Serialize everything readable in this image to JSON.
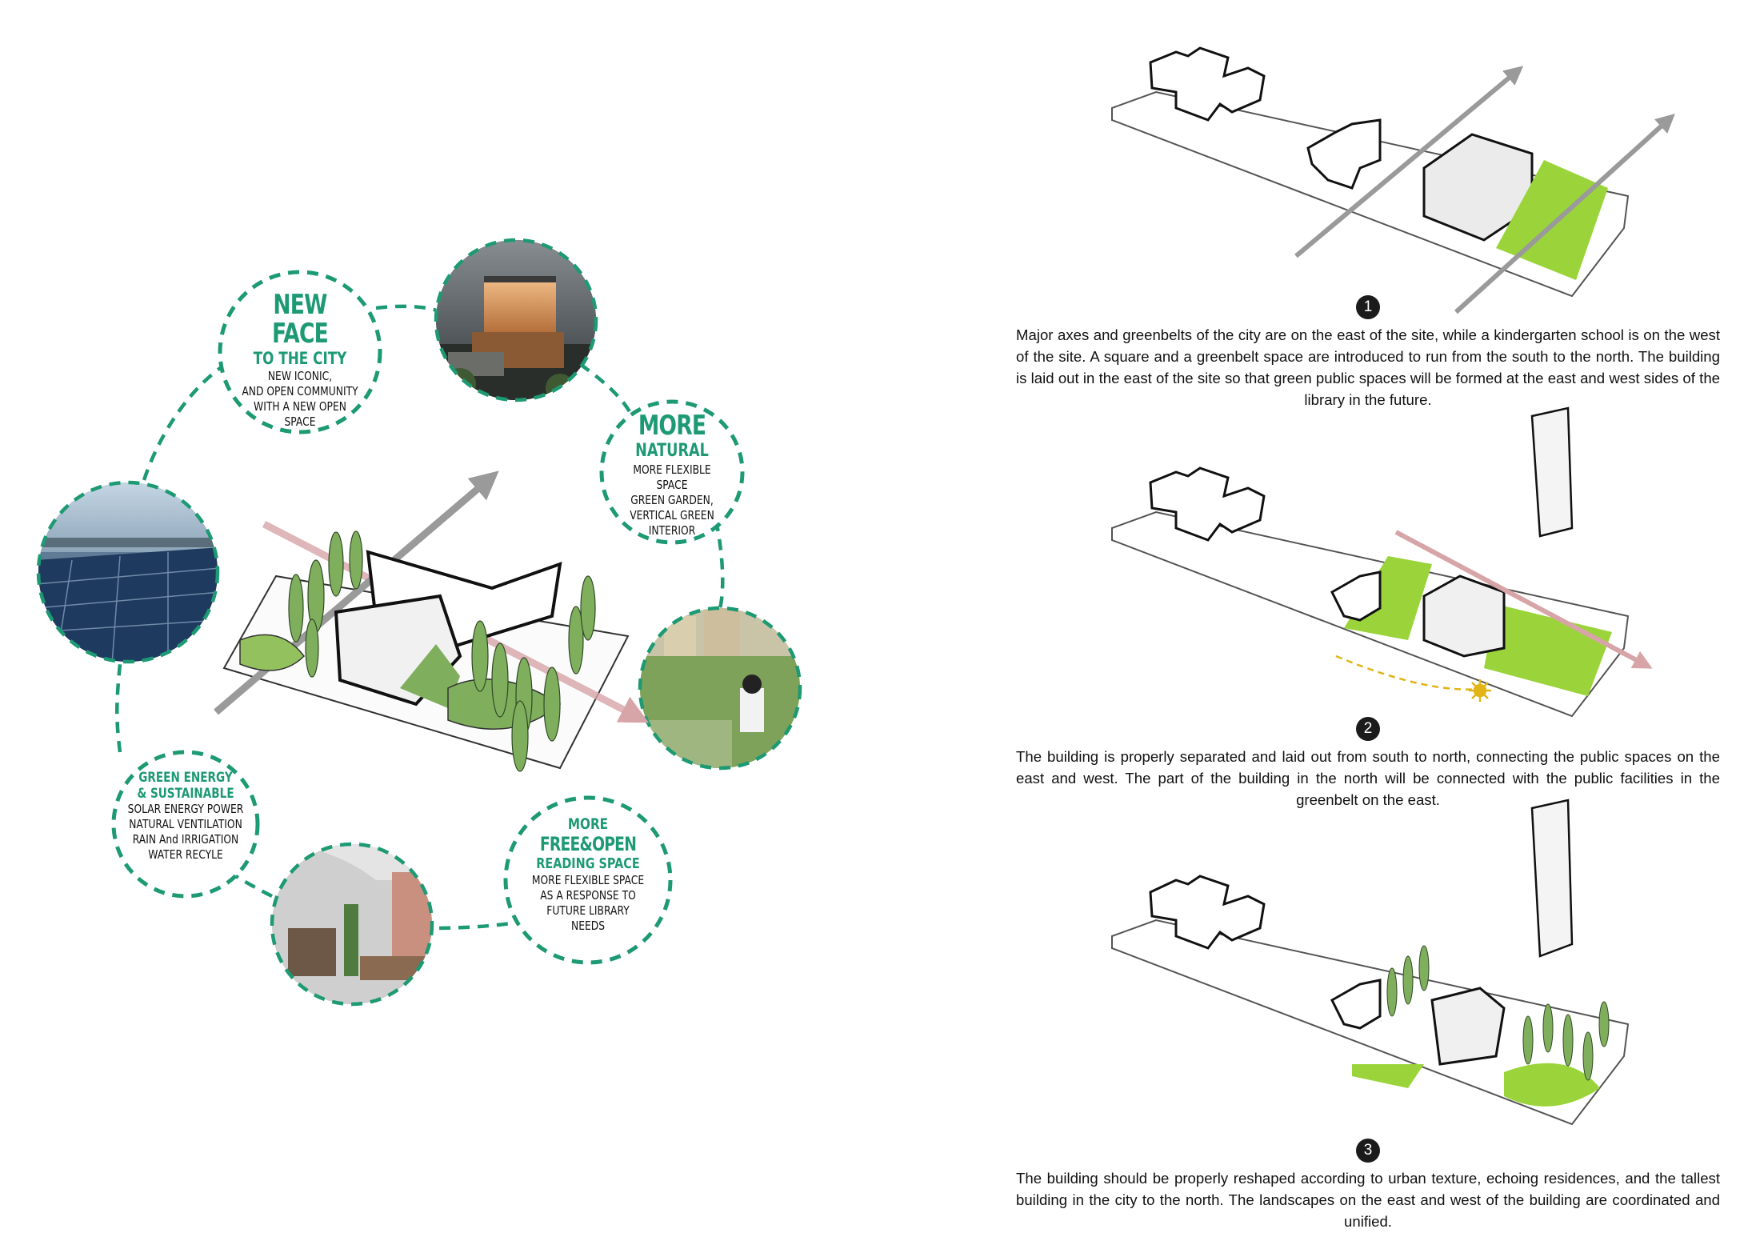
{
  "concepts": {
    "new_face": {
      "title": "NEW FACE",
      "subtitle": "TO THE CITY",
      "body": "NEW ICONIC,\nAND OPEN COMMUNITY\nWITH A NEW OPEN\nSPACE"
    },
    "natural": {
      "title": "MORE",
      "subtitle": "NATURAL",
      "body": "MORE FLEXIBLE SPACE\nGREEN GARDEN,\nVERTICAL GREEN\nINTERIOR"
    },
    "green_energy": {
      "title": "GREEN ENERGY\n& SUSTAINABLE",
      "body": "SOLAR ENERGY POWER\nNATURAL VENTILATION\nRAIN And IRRIGATION\nWATER RECYLE"
    },
    "free_open": {
      "title": "MORE",
      "subtitle": "FREE&OPEN",
      "subtitle2": "READING SPACE",
      "body": "MORE FLEXIBLE SPACE\nAS A RESPONSE TO\nFUTURE LIBRARY\nNEEDS"
    }
  },
  "steps": [
    {
      "number": "1",
      "text": "Major axes and greenbelts of the city are on the east of the site, while a kindergarten school is on the west of the site. A square and a greenbelt space are introduced to run from the south to the north. The building is laid out in the east of the site so that green public spaces will be formed at the east and west sides of the library in the future."
    },
    {
      "number": "2",
      "text": "The building is properly separated and laid out from south to north, connecting the public spaces on the east and west. The part of the building in the north will be connected with the public facilities in the greenbelt on the east."
    },
    {
      "number": "3",
      "text": "The building should be properly reshaped according to urban texture, echoing residences, and the tallest building in the city to the north. The landscapes on the east and west of the building are coordinated and unified."
    }
  ],
  "colors": {
    "accent_green": "#1d9a73",
    "lawn_green": "#9bd43a",
    "tree_green": "#7fae5c",
    "arrow_gray": "#9a9a9a",
    "axis_pink": "#d7a4a8",
    "sun_yellow": "#e2b416",
    "step_badge": "#1b1b1b"
  },
  "icons": [
    "building-render-photo",
    "garden-photo",
    "reading-room-photo",
    "solar-panels-photo",
    "site-axonometric-diagram",
    "sun-icon"
  ]
}
